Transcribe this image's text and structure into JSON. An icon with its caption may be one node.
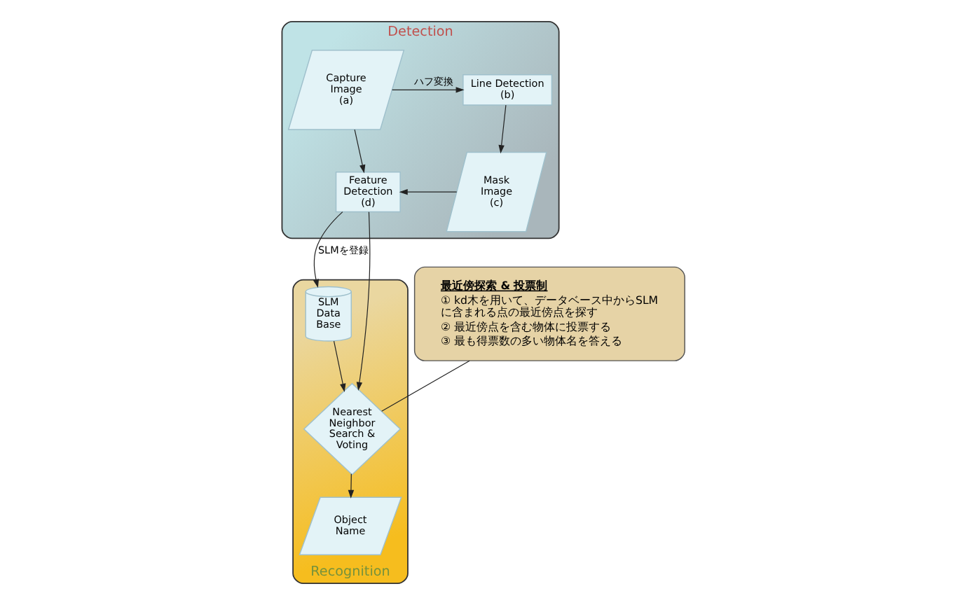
{
  "diagram": {
    "nodes": [
      {
        "text": [
          "Detection"
        ]
      },
      {
        "text": [
          "Line Detection (b)"
        ],
        "in": 0
      },
      {
        "text": [
          "Capture Image (a)"
        ],
        "in": 0
      },
      {
        "text": [
          "Mask Image (c)"
        ],
        "in": 0
      },
      {
        "text": [
          "Feature Detection (d)"
        ],
        "in": 0
      },
      {
        "text": [
          "Recognition"
        ]
      },
      {
        "text": [
          "SLM Data Base"
        ],
        "in": 5
      },
      {
        "text": [
          "Nearest Neighbor Search & Voting"
        ],
        "in": 5
      },
      {
        "text": [
          "Object Name"
        ],
        "in": 5
      },
      {
        "text": [
          "最近傍探索 & 投票制",
          "① kd木を用いて、データベース中からSLMに含まれる点の最近傍点を探す",
          "② 最近傍点を含む物体に投票する",
          "③ 最も得票数の多い物体名を答える"
        ]
      }
    ],
    "edges": [
      {
        "from": 2,
        "to": 1,
        "arrow": "to",
        "label": "ハフ変換"
      },
      {
        "from": 1,
        "to": 3,
        "arrow": "to"
      },
      {
        "from": 2,
        "to": 4,
        "arrow": "to"
      },
      {
        "from": 3,
        "to": 4,
        "arrow": "to"
      },
      {
        "from": 4,
        "to": 6,
        "arrow": "to",
        "label": "SLMを登録"
      },
      {
        "from": 4,
        "to": 7,
        "arrow": "to"
      },
      {
        "from": 6,
        "to": 7,
        "arrow": "to"
      },
      {
        "from": 7,
        "to": 8,
        "arrow": "to"
      },
      {
        "from": 9,
        "to": 7,
        "arrow": "none"
      }
    ]
  }
}
